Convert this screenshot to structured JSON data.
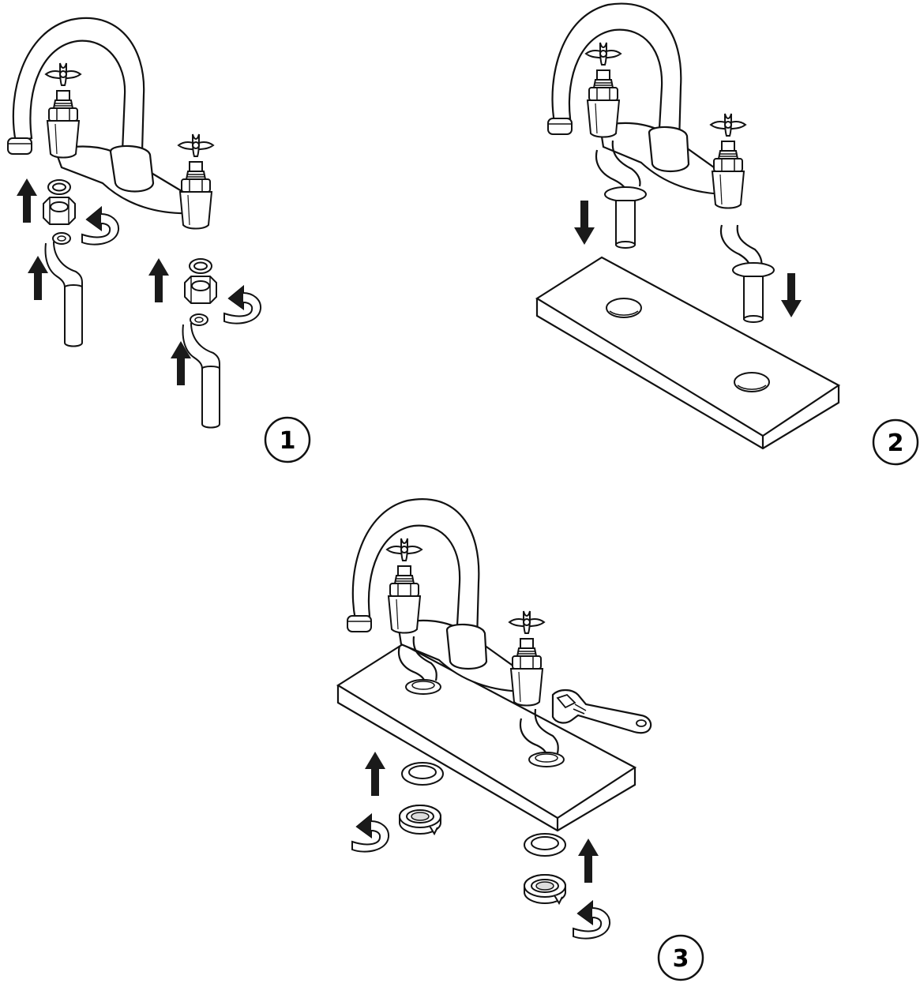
{
  "diagram": {
    "steps": [
      {
        "number": "1",
        "caption": ""
      },
      {
        "number": "2",
        "caption": ""
      },
      {
        "number": "3",
        "caption": ""
      }
    ]
  },
  "colors": {
    "line": "#111111",
    "arrow": "#1a1a1a",
    "fill": "#ffffff"
  },
  "icons": [
    "arrow-up-icon",
    "arrow-down-icon",
    "rotate-arrow-icon",
    "wrench-icon"
  ]
}
